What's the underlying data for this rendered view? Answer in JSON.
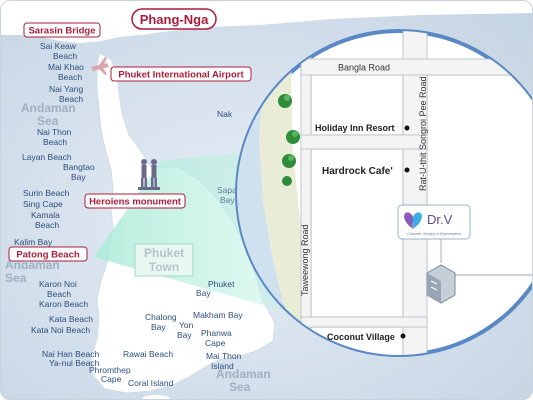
{
  "map": {
    "province_label": "Phang-Nga",
    "callouts": {
      "sarasin_bridge": "Sarasin Bridge",
      "airport": "Phuket International Airport",
      "monument": "Heroiens monument",
      "patong": "Patong Beach"
    },
    "sea_labels": {
      "andaman_top_1": "Andaman",
      "andaman_top_2": "Sea",
      "andaman_mid_1": "Andaman",
      "andaman_mid_2": "Sea",
      "andaman_bottom_1": "Andaman",
      "andaman_bottom_2": "Sea"
    },
    "beaches": {
      "sai_keaw_1": "Sai Keaw",
      "sai_keaw_2": "Beach",
      "mai_khao_1": "Mai Khao",
      "mai_khao_2": "Beach",
      "nai_yang_1": "Nai Yang",
      "nai_yang_2": "Beach",
      "nai_thon_1": "Nai Thon",
      "nai_thon_2": "Beach",
      "layan": "Layan Beach",
      "bangtao_1": "Bangtao",
      "bangtao_2": "Bay",
      "surin": "Surin Beach",
      "sing_cape": "Sing Cape",
      "kamala_1": "Kamala",
      "kamala_2": "Beach",
      "kalim": "Kalim Bay",
      "karon_noi_1": "Karon Noi",
      "karon_noi_2": "Beach",
      "karon": "Karon Beach",
      "kata": "Kata Beach",
      "kata_noi": "Kata Noi Beach",
      "nai_han": "Nai Han Beach",
      "ya_nui": "Ya-nui Beach",
      "promthep_1": "Phromthep",
      "promthep_2": "Cape",
      "rawai": "Rawai Beach",
      "coral": "Coral Island",
      "chalong_1": "Chalong",
      "chalong_2": "Bay",
      "yon_1": "Yon",
      "yon_2": "Bay",
      "phanwa_1": "Phanwa",
      "phanwa_2": "Cape",
      "mai_thon_1": "Mai Thon",
      "mai_thon_2": "Island",
      "makham": "Makham Bay",
      "sapam_1": "Sapam",
      "sapam_2": "Bay",
      "phuket_bay_1": "Phuket",
      "phuket_bay_2": "Bay",
      "nak": "Nak"
    },
    "phuket_town_1": "Phuket",
    "phuket_town_2": "Town"
  },
  "inset": {
    "roads": {
      "bangla": "Bangla Road",
      "taweewong": "Taweewong Road",
      "rat_u_thit": "Rat-U-thit Songroi Pee Road"
    },
    "places": {
      "holiday_inn": "Holiday Inn Resort",
      "hardrock": "Hardrock Cafe'",
      "coconut_village": "Coconut Village"
    },
    "clinic_logo": "Dr.V",
    "clinic_tagline": "Cosmetic Surgery & Rejuvenation"
  }
}
